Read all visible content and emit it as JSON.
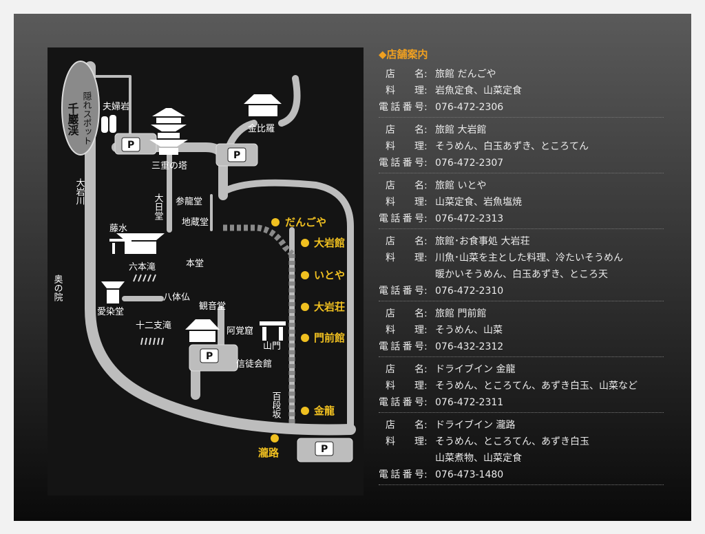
{
  "map": {
    "labels": {
      "hidden_spot": "隠れスポット",
      "senganke": "千巖渓",
      "meotoiwa": "夫婦岩",
      "sanju_no_to": "三重の塔",
      "konpira": "金比羅",
      "oiwa_river": "大岩川",
      "dainichido": "大日堂",
      "sanryudo": "参龍堂",
      "jizodo": "地蔵堂",
      "fujimizu": "藤水",
      "hondo": "本堂",
      "roppontaki": "六本滝",
      "oku_no_in": "奥の院",
      "hattaibutsu": "八体仏",
      "aizendo": "愛染堂",
      "kannondo": "観音堂",
      "junishitaki": "十二支滝",
      "akakudo": "阿覚窟",
      "sanmon": "山門",
      "shintokaikan": "信徒会館",
      "hyakudanzaka": "百段坂",
      "parking": "P"
    },
    "shops": [
      {
        "label": "だんごや",
        "color": "#f0c020"
      },
      {
        "label": "大岩館",
        "color": "#f0c020"
      },
      {
        "label": "いとや",
        "color": "#f0c020"
      },
      {
        "label": "大岩荘",
        "color": "#f0c020"
      },
      {
        "label": "門前館",
        "color": "#f0c020"
      },
      {
        "label": "金龍",
        "color": "#f0c020"
      },
      {
        "label": "瀧路",
        "color": "#f0c020"
      }
    ]
  },
  "info": {
    "title": "◆店舗案内",
    "labels": {
      "name": "店名",
      "food": "料理",
      "tel": "電話番号",
      "colon": ":"
    },
    "shops": [
      {
        "name": "旅館 だんごや",
        "food": "岩魚定食、山菜定食",
        "tel": "076-472-2306"
      },
      {
        "name": "旅館 大岩館",
        "food": "そうめん、白玉あずき、ところてん",
        "tel": "076-472-2307"
      },
      {
        "name": "旅館 いとや",
        "food": "山菜定食、岩魚塩焼",
        "tel": "076-472-2313"
      },
      {
        "name": "旅館･お食事処 大岩荘",
        "food": "川魚･山菜を主とした料理、冷たいそうめん\n暖かいそうめん、白玉あずき、ところ天",
        "tel": "076-472-2310"
      },
      {
        "name": "旅館 門前館",
        "food": "そうめん、山菜",
        "tel": "076-432-2312"
      },
      {
        "name": "ドライブイン 金龍",
        "food": "そうめん、ところてん、あずき白玉、山菜など",
        "tel": "076-472-2311"
      },
      {
        "name": "ドライブイン 瀧路",
        "food": "そうめん、ところてん、あずき白玉\n山菜煮物、山菜定食",
        "tel": "076-473-1480"
      }
    ]
  },
  "colors": {
    "accent": "#f0a020",
    "shop_marker": "#f0c020",
    "road": "#bdbdbd",
    "map_bg": "#141414"
  }
}
